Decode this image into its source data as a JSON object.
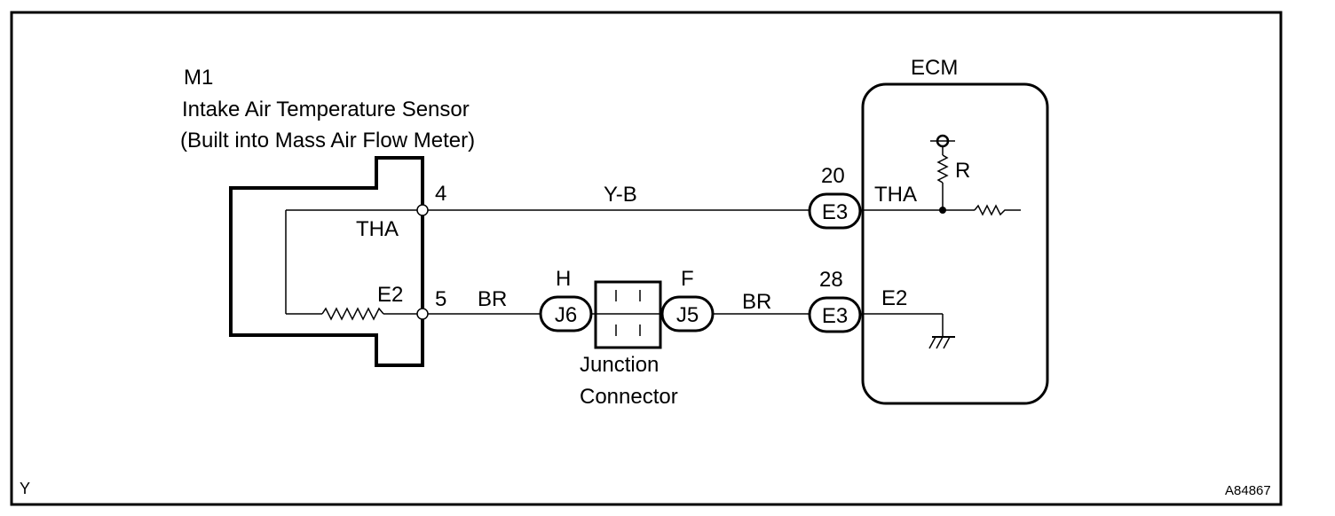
{
  "sensor": {
    "id": "M1",
    "name": "Intake Air Temperature Sensor",
    "note": "(Built into Mass Air Flow Meter)",
    "pin_tha_num": "4",
    "pin_tha_name": "THA",
    "pin_e2_num": "5",
    "pin_e2_name": "E2"
  },
  "wires": {
    "tha_color": "Y-B",
    "e2_color_left": "BR",
    "e2_color_right": "BR"
  },
  "junction": {
    "left_pin": "H",
    "left_connector": "J6",
    "right_pin": "F",
    "right_connector": "J5",
    "caption_line1": "Junction",
    "caption_line2": "Connector"
  },
  "ecm": {
    "title": "ECM",
    "tha_pin_num": "20",
    "tha_connector": "E3",
    "tha_name": "THA",
    "e2_pin_num": "28",
    "e2_connector": "E3",
    "e2_name": "E2",
    "resistor_label": "R"
  },
  "corner_left": "Y",
  "figure_code": "A84867"
}
